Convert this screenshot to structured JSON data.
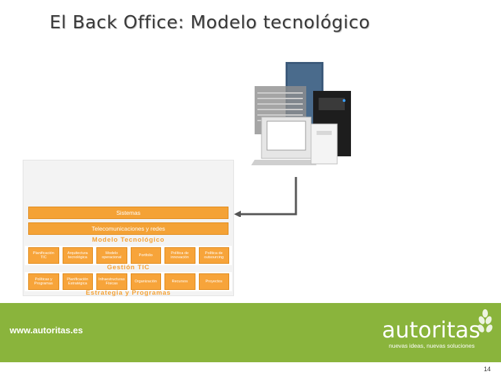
{
  "slide": {
    "title": "El Back Office: Modelo tecnológico",
    "page_number": "14"
  },
  "diagram": {
    "bar_sistemas": "Sistemas",
    "bar_telecom": "Telecomunicaciones y redes",
    "label_modelo": "Modelo Tecnológico",
    "row1": [
      "Planificación TIC",
      "Arquitectura tecnológica",
      "Modelo operacional",
      "Portfolio",
      "Política de innovación",
      "Política de outsourcing"
    ],
    "label_gestion": "Gestión TIC",
    "row2": [
      "Políticas y Programas",
      "Planificación Estratégica",
      "Infraestructuras Físicas",
      "Organización",
      "Recursos",
      "Proyectos"
    ],
    "label_estrategia": "Estrategia y Programas"
  },
  "footer": {
    "url": "www.autoritas.es",
    "brand": "autoritas",
    "tagline": "nuevas ideas, nuevas soluciones"
  },
  "colors": {
    "accent_orange": "#f4a236",
    "footer_green": "#8ab43c",
    "title_gray": "#3a3a3a"
  }
}
